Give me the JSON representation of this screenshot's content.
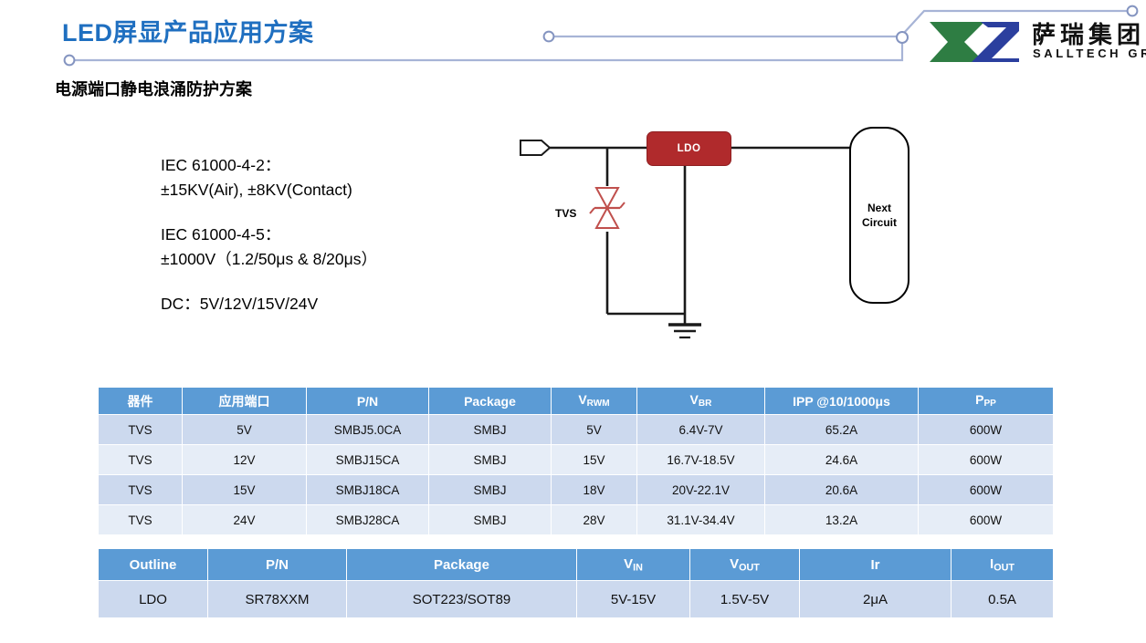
{
  "header": {
    "main_title": "LED屏显产品应用方案",
    "sub_title": "电源端口静电浪涌防护方案",
    "title_color": "#1f6fc0",
    "deco_line_color": "#a7b4d6"
  },
  "logo": {
    "cn_name": "萨瑞集团",
    "en_name": "SALLTECH GROUP",
    "mark_green": "#2e7d43",
    "mark_blue": "#2b3f9e"
  },
  "spec": {
    "paragraphs": [
      {
        "line1": "IEC 61000-4-2：",
        "line2": "±15KV(Air), ±8KV(Contact)"
      },
      {
        "line1": "IEC 61000-4-5：",
        "line2": "±1000V（1.2/50μs & 8/20μs）"
      },
      {
        "line1": "DC：5V/12V/15V/24V",
        "line2": ""
      }
    ]
  },
  "circuit": {
    "tvs_label": "TVS",
    "ldo_label": "LDO",
    "next_circuit_label_1": "Next",
    "next_circuit_label_2": "Circuit",
    "ldo_color": "#b02a2c",
    "tvs_color": "#c0504d",
    "wire_color": "#1a1a1a"
  },
  "table1": {
    "headers": [
      {
        "text": "器件",
        "sub": ""
      },
      {
        "text": "应用端口",
        "sub": ""
      },
      {
        "text": "P/N",
        "sub": ""
      },
      {
        "text": "Package",
        "sub": ""
      },
      {
        "text": "V",
        "sub": "RWM"
      },
      {
        "text": "V",
        "sub": "BR"
      },
      {
        "text": "IPP @10/1000μs",
        "sub": ""
      },
      {
        "text": "P",
        "sub": "PP"
      }
    ],
    "rows": [
      [
        "TVS",
        "5V",
        "SMBJ5.0CA",
        "SMBJ",
        "5V",
        "6.4V-7V",
        "65.2A",
        "600W"
      ],
      [
        "TVS",
        "12V",
        "SMBJ15CA",
        "SMBJ",
        "15V",
        "16.7V-18.5V",
        "24.6A",
        "600W"
      ],
      [
        "TVS",
        "15V",
        "SMBJ18CA",
        "SMBJ",
        "18V",
        "20V-22.1V",
        "20.6A",
        "600W"
      ],
      [
        "TVS",
        "24V",
        "SMBJ28CA",
        "SMBJ",
        "28V",
        "31.1V-34.4V",
        "13.2A",
        "600W"
      ]
    ]
  },
  "table2": {
    "headers": [
      {
        "text": "Outline",
        "sub": ""
      },
      {
        "text": "P/N",
        "sub": ""
      },
      {
        "text": "Package",
        "sub": ""
      },
      {
        "text": "V",
        "sub": "IN"
      },
      {
        "text": "V",
        "sub": "OUT"
      },
      {
        "text": "Ir",
        "sub": ""
      },
      {
        "text": "I",
        "sub": "OUT"
      }
    ],
    "rows": [
      [
        "LDO",
        "SR78XXM",
        "SOT223/SOT89",
        "5V-15V",
        "1.5V-5V",
        "2μA",
        "0.5A"
      ]
    ]
  },
  "colors": {
    "header_blue": "#5b9bd5",
    "row_odd": "#ccd9ee",
    "row_even": "#e6edf7"
  }
}
